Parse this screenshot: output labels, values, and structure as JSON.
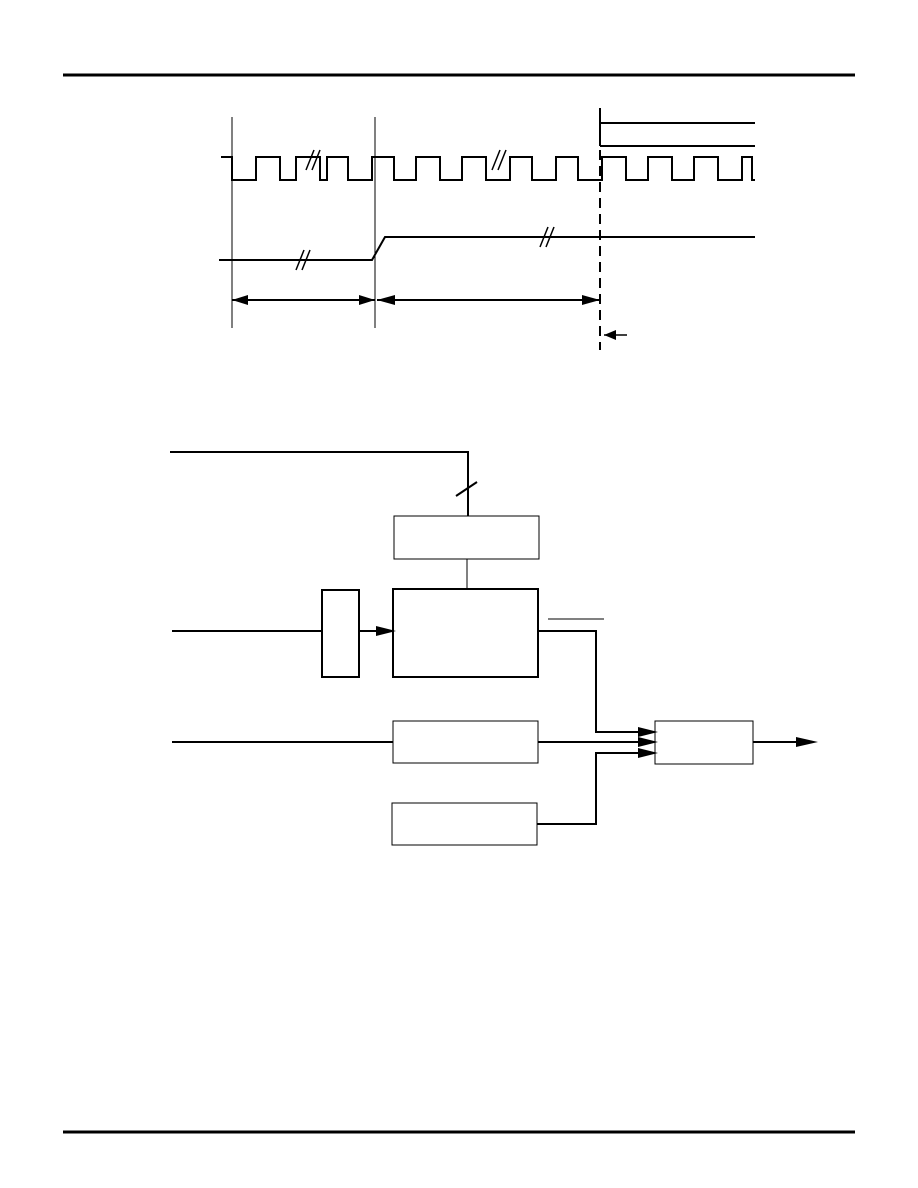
{
  "page": {
    "background": "#ffffff",
    "ink_color": "#000000"
  },
  "timing_diagram": {
    "signals": [
      "clock-waveform",
      "ramp-signal",
      "output-levels"
    ],
    "markers": [
      "interval-left-arrow",
      "interval-right-arrow",
      "dashed-cutoff-line",
      "pointer-arrow"
    ]
  },
  "block_diagram": {
    "blocks": [
      "upper-box",
      "narrow-box",
      "center-box",
      "middle-box",
      "lower-box",
      "output-box"
    ],
    "connections": [
      "top-bus",
      "left-input-upper",
      "left-input-lower",
      "output-arrow"
    ]
  }
}
